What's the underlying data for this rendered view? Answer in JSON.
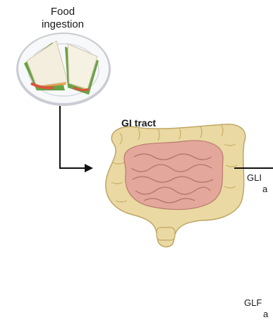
{
  "food": {
    "line1": "Food",
    "line2": "ingestion"
  },
  "gi": {
    "title": "GI tract"
  },
  "glp_upper": {
    "line1": "GLI",
    "line2": "a"
  },
  "glp_lower": {
    "line1": "GLF",
    "line2": "a"
  },
  "colors": {
    "background": "#ffffff",
    "plate_rim": "#d8dade",
    "bread": "#f4efdf",
    "lettuce": "#5e9a3c",
    "intestine_outer": "#ead9a2",
    "intestine_inner": "#e3a79c",
    "arrow": "#111111"
  },
  "icons": {
    "plate": "sandwich-plate-illustration",
    "intestine": "large-intestine-illustration",
    "arrow": "right-arrow-icon"
  }
}
